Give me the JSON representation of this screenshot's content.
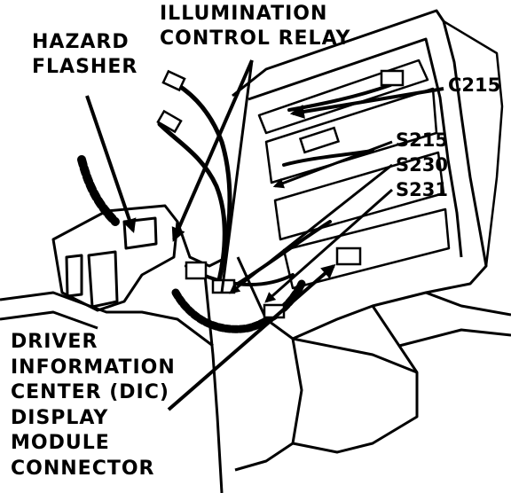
{
  "labels": {
    "illumination_relay": [
      "ILLUMINATION",
      "CONTROL RELAY"
    ],
    "hazard_flasher": [
      "HAZARD",
      "FLASHER"
    ],
    "dic_connector": [
      "DRIVER",
      "INFORMATION",
      "CENTER (DIC)",
      "DISPLAY",
      "MODULE",
      "CONNECTOR"
    ],
    "connectors": {
      "c215": "C215",
      "s215": "S215",
      "s230": "S230",
      "s231": "S231"
    }
  },
  "colors": {
    "ink": "#000000",
    "paper": "#ffffff"
  }
}
